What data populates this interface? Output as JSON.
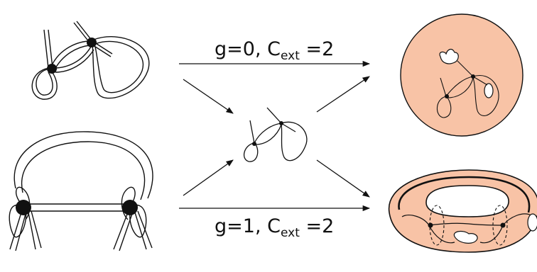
{
  "labels": {
    "top": {
      "g": "g=0,",
      "c": "C",
      "sub": "ext",
      "eq": "=2"
    },
    "bottom": {
      "g": "g=1,",
      "c": "C",
      "sub": "ext",
      "eq": "=2"
    }
  },
  "colors": {
    "surface_fill": "#f8c3a6",
    "stroke": "#111111",
    "hole_fill": "#ffffff"
  }
}
